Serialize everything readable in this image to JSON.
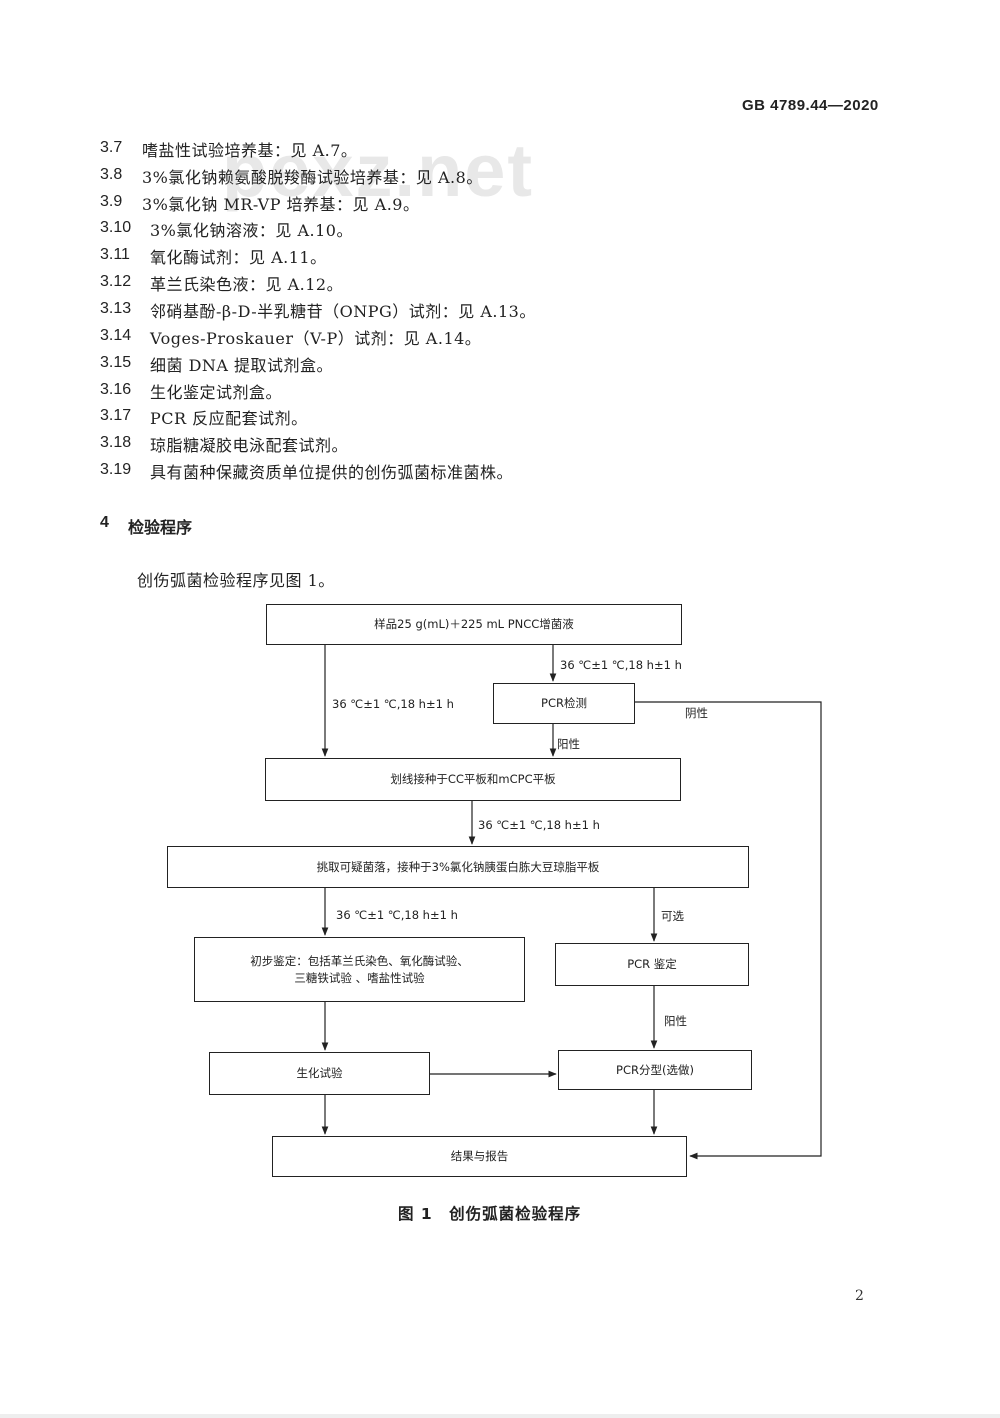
{
  "header": {
    "standard_no": "GB 4789.44—2020"
  },
  "watermark": "pexz.net",
  "items": [
    {
      "num": "3.7",
      "text": "嗜盐性试验培养基：见 A.7。"
    },
    {
      "num": "3.8",
      "text": "3%氯化钠赖氨酸脱羧酶试验培养基：见 A.8。"
    },
    {
      "num": "3.9",
      "text": "3%氯化钠 MR-VP 培养基：见 A.9。"
    },
    {
      "num": "3.10",
      "text": "3%氯化钠溶液：见 A.10。"
    },
    {
      "num": "3.11",
      "text": "氧化酶试剂：见 A.11。"
    },
    {
      "num": "3.12",
      "text": "革兰氏染色液：见 A.12。"
    },
    {
      "num": "3.13",
      "text": "邻硝基酚-β-D-半乳糖苷（ONPG）试剂：见 A.13。"
    },
    {
      "num": "3.14",
      "text": "Voges-Proskauer（V-P）试剂：见 A.14。"
    },
    {
      "num": "3.15",
      "text": "细菌 DNA 提取试剂盒。"
    },
    {
      "num": "3.16",
      "text": "生化鉴定试剂盒。"
    },
    {
      "num": "3.17",
      "text": "PCR 反应配套试剂。"
    },
    {
      "num": "3.18",
      "text": "琼脂糖凝胶电泳配套试剂。"
    },
    {
      "num": "3.19",
      "text": "具有菌种保藏资质单位提供的创伤弧菌标准菌株。"
    }
  ],
  "section": {
    "num": "4",
    "title": "检验程序"
  },
  "intro": "创伤弧菌检验程序见图 1。",
  "flowchart": {
    "boxes": {
      "sample": "样品25 g(mL)＋225 mL PNCC增菌液",
      "pcr_detect": "PCR检测",
      "streak": "划线接种于CC平板和mCPC平板",
      "pick": "挑取可疑菌落，接种于3%氯化钠胰蛋白胨大豆琼脂平板",
      "prelim_line1": "初步鉴定：包括革兰氏染色、氧化酶试验、",
      "prelim_line2": "三糖铁试验 、嗜盐性试验",
      "pcr_identify": "PCR 鉴定",
      "biochem": "生化试验",
      "pcr_typing": "PCR分型(选做)",
      "result": "结果与报告"
    },
    "labels": {
      "cond_left": "36 ℃±1 ℃,18 h±1 h",
      "cond_right": "36 ℃±1 ℃,18 h±1 h",
      "cond_mid": "36 ℃±1 ℃,18 h±1 h",
      "cond_lower": "36 ℃±1 ℃,18 h±1 h",
      "negative": "阴性",
      "positive_1": "阳性",
      "optional": "可选",
      "positive_2": "阳性"
    }
  },
  "figure_caption": "图 1　创伤弧菌检验程序",
  "page_number": "2"
}
